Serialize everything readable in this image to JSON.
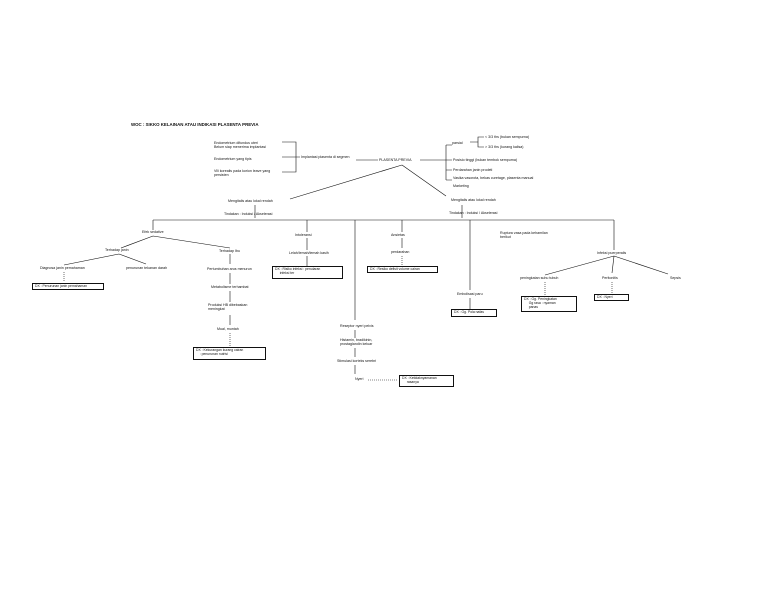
{
  "title": "WOC : SIKKO KELAINAN ATAU INDIKASI PLASENTA PREVIA",
  "causes": {
    "c1": "Endometrium difundus uteri\nBelum siap menerima implantasi",
    "c2": "Endometrium yang tipis",
    "c3": "Vili korealis pada korion leave yang\npersisten",
    "implantation": "Implantasi plasenta di segmen",
    "center": "PLASENTA PREVIA"
  },
  "right_types": {
    "group": "parsial",
    "t1": "< 3/3 ths (bukan sempurna)",
    "t2": "> 3/3 ths (kurang kalisa)",
    "t3": "Posisio tinggi (bukan tembok sempurna)",
    "t4": "Perdarahan janin prodeti",
    "t5": "Vasika vasorota, bekas curetage, plasenta manual",
    "t6": "Marketing"
  },
  "mid": {
    "left": "Mengitalis atau lokal rendah",
    "right": "Mengitalis atau lokal rendah",
    "left_sub": "Tindakan : Induksi / Akselerasi",
    "right_sub": "Tindakan : Induksi / Akselerasi"
  },
  "branch1": {
    "head": "Efek sedative",
    "a": "Terhadap janin",
    "b": "Terhadap Ibu",
    "a1": "Diagnosa janin pemahaman",
    "a2": "penurunan tekanan darah",
    "a1_box": "DX : Penurunan janin pemahaman",
    "b1": "Pertumbuhan arus menurun",
    "b2": "Metabolisme terhambat",
    "b3": "Produksi HB dibebaskan\nmeningkat",
    "b4": "Mual, muntah",
    "b4_box": "DX : Kekurangan kurang cairan\n    : penurunan nutrisi"
  },
  "branch2": {
    "head": "Intoleransi",
    "a": "Lelah/lemah/lemah kasih",
    "a_box": "DX : Risiko infeksi : penularan\n     infeksi ter"
  },
  "branch3": {
    "head": "Reseptor nyeri pelvis",
    "a": "Histamin, bradikinin,\nprostaglandin keluar",
    "b": "Stimulasi korteks serebri",
    "c": "Nyeri",
    "c_box": "DX : Ketidaknyamanan\n     rasanya"
  },
  "branch4": {
    "head": "Ansietas",
    "a": "perdarahan",
    "a_box": "DX : Resiko defisit volume cairan"
  },
  "branch5": {
    "head": "Embolisasi paru",
    "a_box": "DX : Gg. Pola nafas"
  },
  "branch6": {
    "head": "Ruptura vasa pada kehamilan\nberikut",
    "infection": "Infeksi puerperalis",
    "i1": "peningkatan suhu tubuh",
    "i2": "Peritonitis",
    "i3": "Sepsis",
    "i1_box": "DX : Gg. Peningkatan\n     Gg rasa : nyaman\n     panas",
    "i2_box": "DX : Nyeri"
  }
}
